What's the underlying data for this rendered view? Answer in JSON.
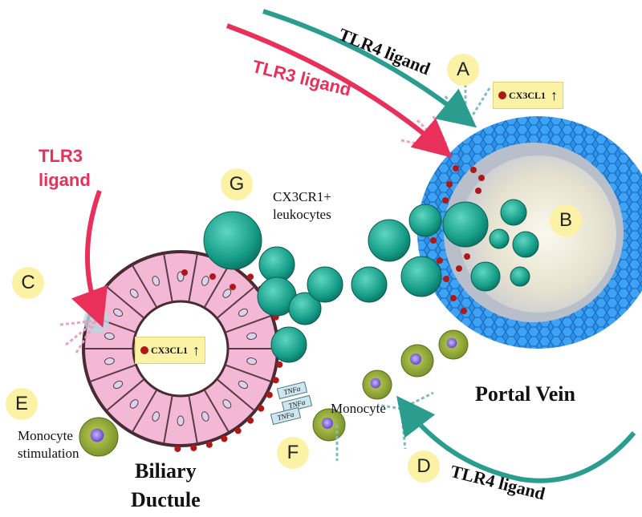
{
  "labels": {
    "tlr4_top": "TLR4 ligand",
    "tlr3_top": "TLR3 ligand",
    "tlr3_left": "TLR3\nligand",
    "tlr4_bottom": "TLR4 ligand",
    "cx3cr1": "CX3CR1+\nleukocytes",
    "portal_vein": "Portal Vein",
    "biliary_ductule": "Biliary\nDuctule",
    "monocyte": "Monocyte",
    "monocyte_stimulation": "Monocyte\nstimulation",
    "cx3cl1_portal": "CX3CL1",
    "cx3cl1_biliary": "CX3CL1",
    "up_arrow": "↑",
    "tnf": "TNFα"
  },
  "markers": {
    "A": "A",
    "B": "B",
    "C": "C",
    "D": "D",
    "E": "E",
    "F": "F",
    "G": "G"
  },
  "colors": {
    "tlr4_arrow": "#2a9d8f",
    "tlr3_arrow": "#e8305a",
    "marker_bg": "#fbf2a6",
    "portal_wall": "#2f8fe6",
    "ductule": "#f2b8d6",
    "leukocyte": "#1aa58f",
    "monocyte": "#8fa52e"
  }
}
